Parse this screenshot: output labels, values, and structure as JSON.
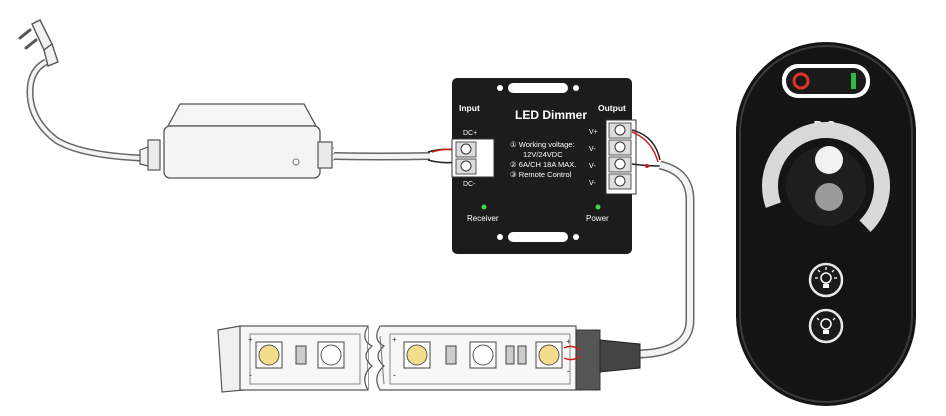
{
  "dimmer": {
    "title": "LED Dimmer",
    "input_label": "Input",
    "output_label": "Output",
    "dc_plus": "DC+",
    "dc_minus": "DC-",
    "spec_1": "① Working voltage:",
    "spec_1b": "12V/24VDC",
    "spec_2": "② 6A/CH 18A MAX.",
    "spec_3": "③ Remote Control",
    "receiver_label": "Receiver",
    "power_label": "Power",
    "output_terminals": [
      "V+",
      "V-",
      "V-",
      "V-"
    ]
  },
  "remote": {
    "brand": "DC"
  },
  "strip": {
    "plus": "+",
    "minus": "-"
  },
  "colors": {
    "dimmer_body": "#1c1c1c",
    "remote_body": "#141414",
    "ring": "#d9d9d9",
    "led_warm": "#f3dc8a",
    "wire_red": "#cc1f1f",
    "switch_red": "#e0342a",
    "switch_green": "#2fb84a",
    "indicator_green": "#46d24a"
  },
  "icons": [
    "ac-plug-icon",
    "power-adapter-icon",
    "led-dimmer-controller",
    "rf-remote-control",
    "led-strip",
    "bulb-bright-icon",
    "bulb-dim-icon",
    "power-switch-icon"
  ]
}
